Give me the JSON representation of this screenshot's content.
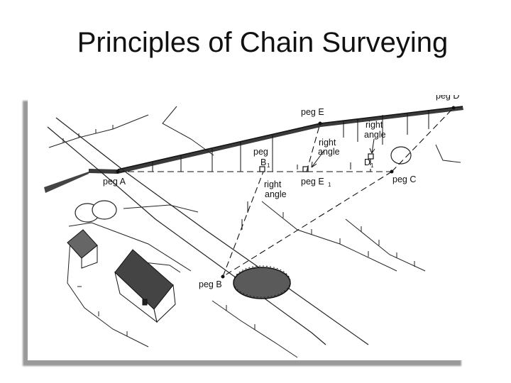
{
  "slide": {
    "title": "Principles of Chain Surveying"
  },
  "diagram": {
    "labels": {
      "peg_a": "peg A",
      "peg_b": "peg B",
      "peg_c": "peg C",
      "peg_d": "peg D",
      "peg_e": "peg E",
      "peg_b1_line1": "peg",
      "peg_b1_line2": "B",
      "peg_b1_sub": "1",
      "peg_e1": "peg E",
      "peg_e1_sub": "1",
      "peg_d1": "D",
      "peg_d1_sub": "1",
      "right_angle_1_line1": "right",
      "right_angle_1_line2": "angle",
      "right_angle_2_line1": "right",
      "right_angle_2_line2": "angle",
      "right_angle_3_line1": "right",
      "right_angle_3_line2": "angle"
    }
  }
}
